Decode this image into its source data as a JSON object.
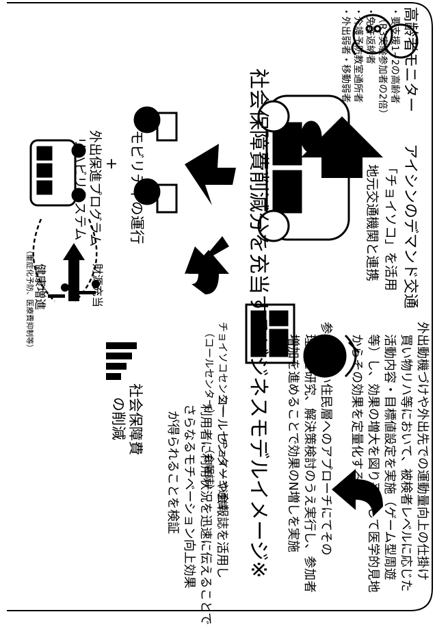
{
  "elderly": {
    "title": "高齢者モニター",
    "items": [
      "・要支援1~2の高齢者",
      "（R3実験参加者の2倍）",
      "・免許返納者",
      "・介護予防教室通所者",
      "・外出弱者・移動弱者"
    ]
  },
  "aisin": {
    "title": "アイシンのデマンド交通",
    "lines": [
      "「チョイソコ」を活用",
      "地元交通機関と連携"
    ]
  },
  "call_center": {
    "lines": [
      "チョイソコセンター",
      "（コールセンター）"
    ]
  },
  "newsletter": {
    "lines": [
      "チョイソコ通信",
      "（会報誌）"
    ]
  },
  "texts": {
    "t1": [
      "外出動機づけや外出先での運動量向上の仕掛け",
      "買い物リハ等において、被検者レベルに応じた",
      "活動内容・目標値設定を実施（ゲーム型周遊",
      "等）し、効果の増大を図り平行して医学的見地",
      "からその効果を定量化する"
    ],
    "t2": [
      "参加率低い住民層へのアプローチにてその",
      "理由を研究、解決策検討のうえ実行し、参加者",
      "増加を進めることで効果のN増しを実施"
    ],
    "t3": [
      "コールセンターや会報誌を活用し",
      "利用者に利用状況を迅速に伝えることで",
      "さらなるモチベーション向上効果",
      "が得られることを検証"
    ]
  },
  "bottom": {
    "headline": "社会保障費削減分を充当するビジネスモデルイメージ※",
    "social": [
      "社会保障費",
      "の削減"
    ],
    "funding": "財源充当",
    "mobility": "モビリティの運行",
    "plus": "+",
    "program": [
      "外出保進プログラム",
      "リハビリシステム"
    ],
    "health": "健康増進",
    "health_sub": "（重症化予防、医療費抑制等）"
  }
}
